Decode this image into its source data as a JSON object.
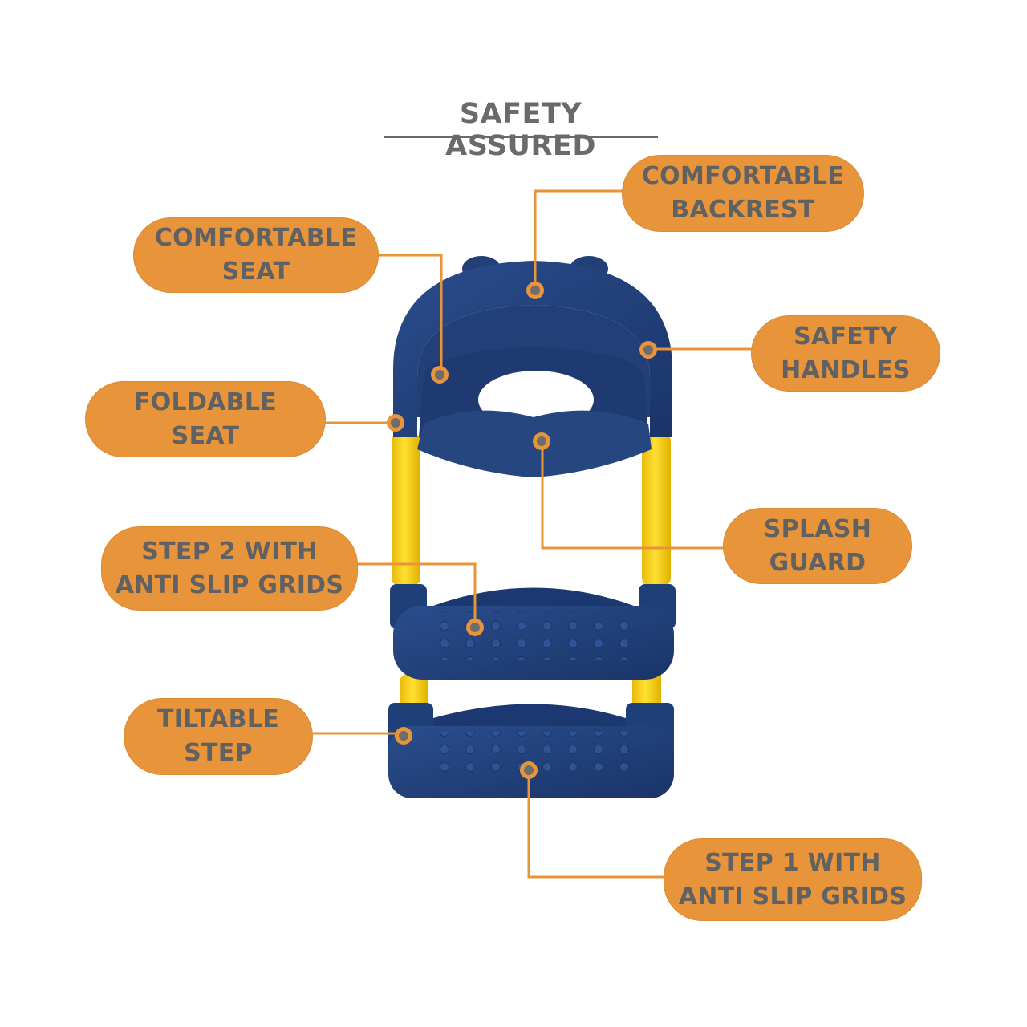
{
  "title": "SAFETY ASSURED",
  "colors": {
    "pill_fill": "#e8943a",
    "pill_text": "#5f6163",
    "leader_line": "#e8943a",
    "product_navy": "#1f3f78",
    "product_yellow": "#f5cc12",
    "title_text": "#6a6a6a",
    "background": "#ffffff"
  },
  "callouts": [
    {
      "id": "comfortable-backrest",
      "line1": "COMFORTABLE",
      "line2": "BACKREST",
      "side": "right"
    },
    {
      "id": "comfortable-seat",
      "line1": "COMFORTABLE",
      "line2": "SEAT",
      "side": "left"
    },
    {
      "id": "safety-handles",
      "line1": "SAFETY",
      "line2": "HANDLES",
      "side": "right"
    },
    {
      "id": "foldable-seat",
      "line1": "FOLDABLE",
      "line2": "SEAT",
      "side": "left"
    },
    {
      "id": "splash-guard",
      "line1": "SPLASH",
      "line2": "GUARD",
      "side": "right"
    },
    {
      "id": "step-2",
      "line1": "STEP 2 WITH",
      "line2": "ANTI SLIP GRIDS",
      "side": "left"
    },
    {
      "id": "tiltable-step",
      "line1": "TILTABLE",
      "line2": "STEP",
      "side": "left"
    },
    {
      "id": "step-1",
      "line1": "STEP 1 WITH",
      "line2": "ANTI SLIP GRIDS",
      "side": "right"
    }
  ],
  "product": {
    "name": "potty training ladder seat",
    "icon": "toilet-step-ladder-illustration"
  }
}
